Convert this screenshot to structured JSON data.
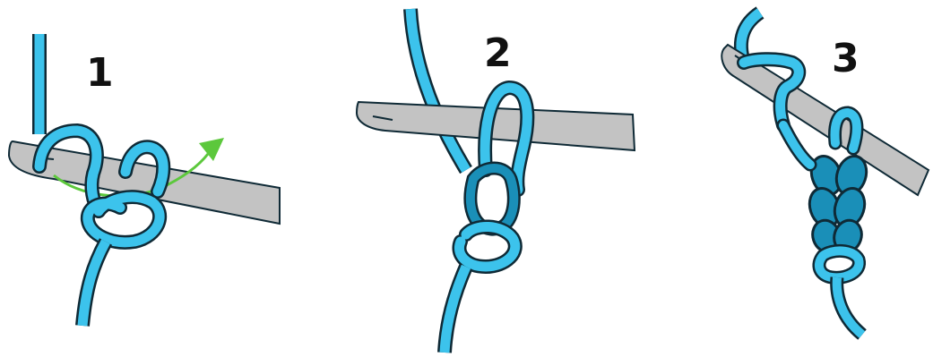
{
  "steps": [
    {
      "number": "1"
    },
    {
      "number": "2"
    },
    {
      "number": "3"
    }
  ],
  "colors": {
    "yarn": "#3cc3ec",
    "yarn_dark": "#1a8fb8",
    "outline": "#0f2a36",
    "hook": "#c3c3c3",
    "arrow": "#5cc83c",
    "background": "#ffffff"
  }
}
